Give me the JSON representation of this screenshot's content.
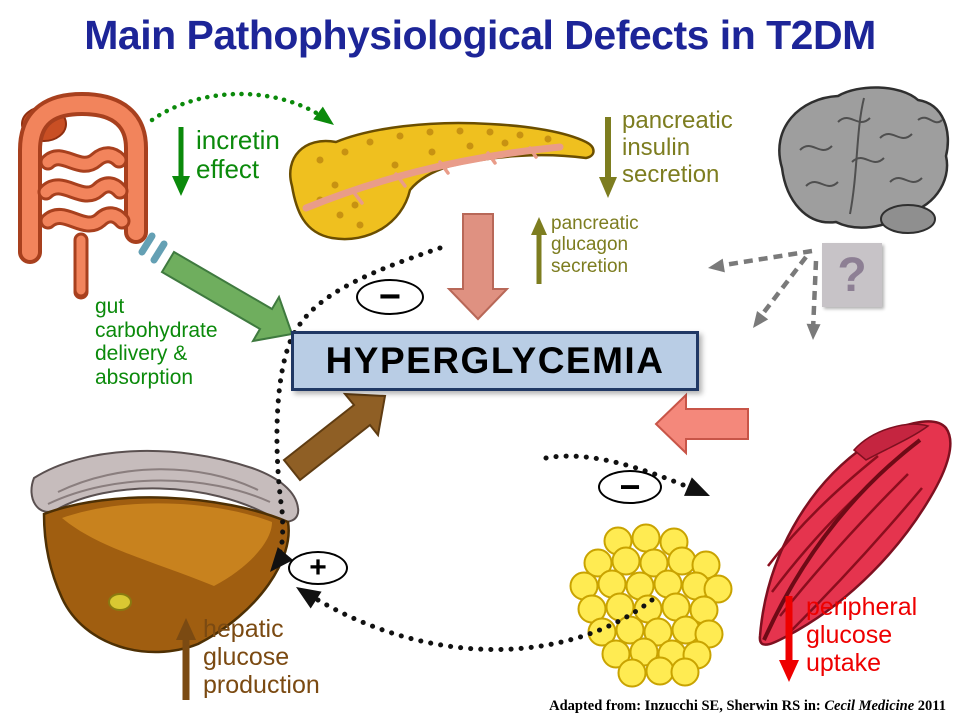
{
  "title": "Main Pathophysiological Defects in T2DM",
  "center_box": {
    "label": "HYPERGLYCEMIA"
  },
  "labels": {
    "incretin_effect": "incretin\neffect",
    "insulin_secretion": "pancreatic\ninsulin\nsecretion",
    "glucagon_secretion": "pancreatic\nglucagon\nsecretion",
    "gut_delivery": "gut\ncarbohydrate\ndelivery &\nabsorption",
    "hepatic_production": "hepatic\nglucose\nproduction",
    "peripheral_uptake": "peripheral\nglucose\nuptake"
  },
  "signs": {
    "minus_islet": "−",
    "minus_adipose": "−",
    "plus_liver": "+",
    "question_brain": "?"
  },
  "attribution": {
    "prefix": "Adapted from: Inzucchi SE, Sherwin RS in: ",
    "source_italic": "Cecil Medicine",
    "suffix": " 2011"
  },
  "organs": {
    "gut": "gut-intestines-illustration",
    "pancreas": "pancreas-illustration",
    "brain": "brain-illustration",
    "liver": "liver-illustration",
    "adipose": "adipose-fat-cells-illustration",
    "muscle": "skeletal-muscle-illustration"
  },
  "colors": {
    "title": "#1d2598",
    "green": "#0b8a0b",
    "olive": "#7d7d20",
    "brown": "#7b4a12",
    "red": "#ee0000",
    "box-bg": "#b9cde5",
    "box-border": "#203864",
    "arrow-green": "#6fae5e",
    "arrow-salmon": "#df9181",
    "arrow-brown": "#8f5f25",
    "arrow-red": "#f4887b",
    "dash-gray": "#7a7a7a",
    "dot-black": "#111111"
  }
}
